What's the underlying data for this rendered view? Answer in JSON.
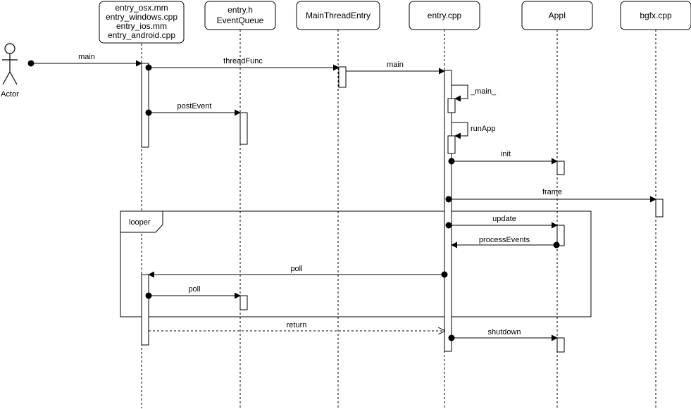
{
  "actor": {
    "label": "Actor"
  },
  "participants": [
    {
      "id": "entry-platform",
      "lines": [
        "entry_osx.mm",
        "entry_windows.cpp",
        "entry_ios.mm",
        "entry_android.cpp"
      ]
    },
    {
      "id": "entry-h",
      "lines": [
        "entry.h",
        "EventQueue"
      ]
    },
    {
      "id": "main-thread-entry",
      "lines": [
        "MainThreadEntry"
      ]
    },
    {
      "id": "entry-cpp",
      "lines": [
        "entry.cpp"
      ]
    },
    {
      "id": "appi",
      "lines": [
        "AppI"
      ]
    },
    {
      "id": "bgfx-cpp",
      "lines": [
        "bgfx.cpp"
      ]
    }
  ],
  "messages": [
    {
      "id": "main-1",
      "label": "main"
    },
    {
      "id": "threadfunc",
      "label": "threadFunc"
    },
    {
      "id": "main-2",
      "label": "main"
    },
    {
      "id": "self-main",
      "label": "_main_"
    },
    {
      "id": "postevent",
      "label": "postEvent"
    },
    {
      "id": "self-runapp",
      "label": "runApp"
    },
    {
      "id": "init",
      "label": "init"
    },
    {
      "id": "frame",
      "label": "frame"
    },
    {
      "id": "update",
      "label": "update"
    },
    {
      "id": "processevents",
      "label": "processEvents"
    },
    {
      "id": "poll-1",
      "label": "poll"
    },
    {
      "id": "poll-2",
      "label": "poll"
    },
    {
      "id": "return",
      "label": "return"
    },
    {
      "id": "shutdown",
      "label": "shutdown"
    }
  ],
  "fragment": {
    "label": "looper"
  }
}
